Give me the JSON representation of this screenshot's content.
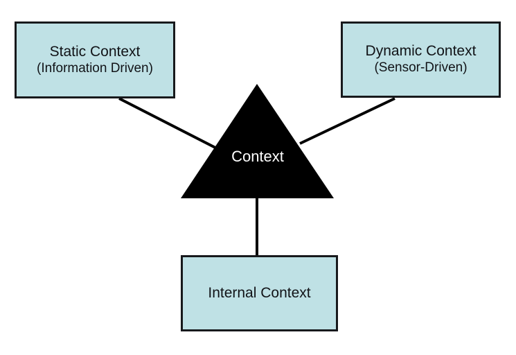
{
  "diagram": {
    "title": "Context decomposition diagram",
    "background_color": "#ffffff",
    "box_fill_color": "#bfe1e5",
    "box_border_color": "#17191c",
    "center_shape_color": "#000000",
    "center_label_color": "#ffffff",
    "center": {
      "shape": "triangle",
      "label": "Context"
    },
    "nodes": [
      {
        "id": "static-context",
        "line1": "Static Context",
        "line2": "(Information Driven)"
      },
      {
        "id": "dynamic-context",
        "line1": "Dynamic Context",
        "line2": "(Sensor-Driven)"
      },
      {
        "id": "internal-context",
        "line1": "Internal Context",
        "line2": ""
      }
    ],
    "connectors": [
      {
        "id": "static-to-context",
        "from": "static-context",
        "to": "context"
      },
      {
        "id": "dynamic-to-context",
        "from": "dynamic-context",
        "to": "context"
      },
      {
        "id": "internal-to-context",
        "from": "internal-context",
        "to": "context"
      }
    ]
  }
}
